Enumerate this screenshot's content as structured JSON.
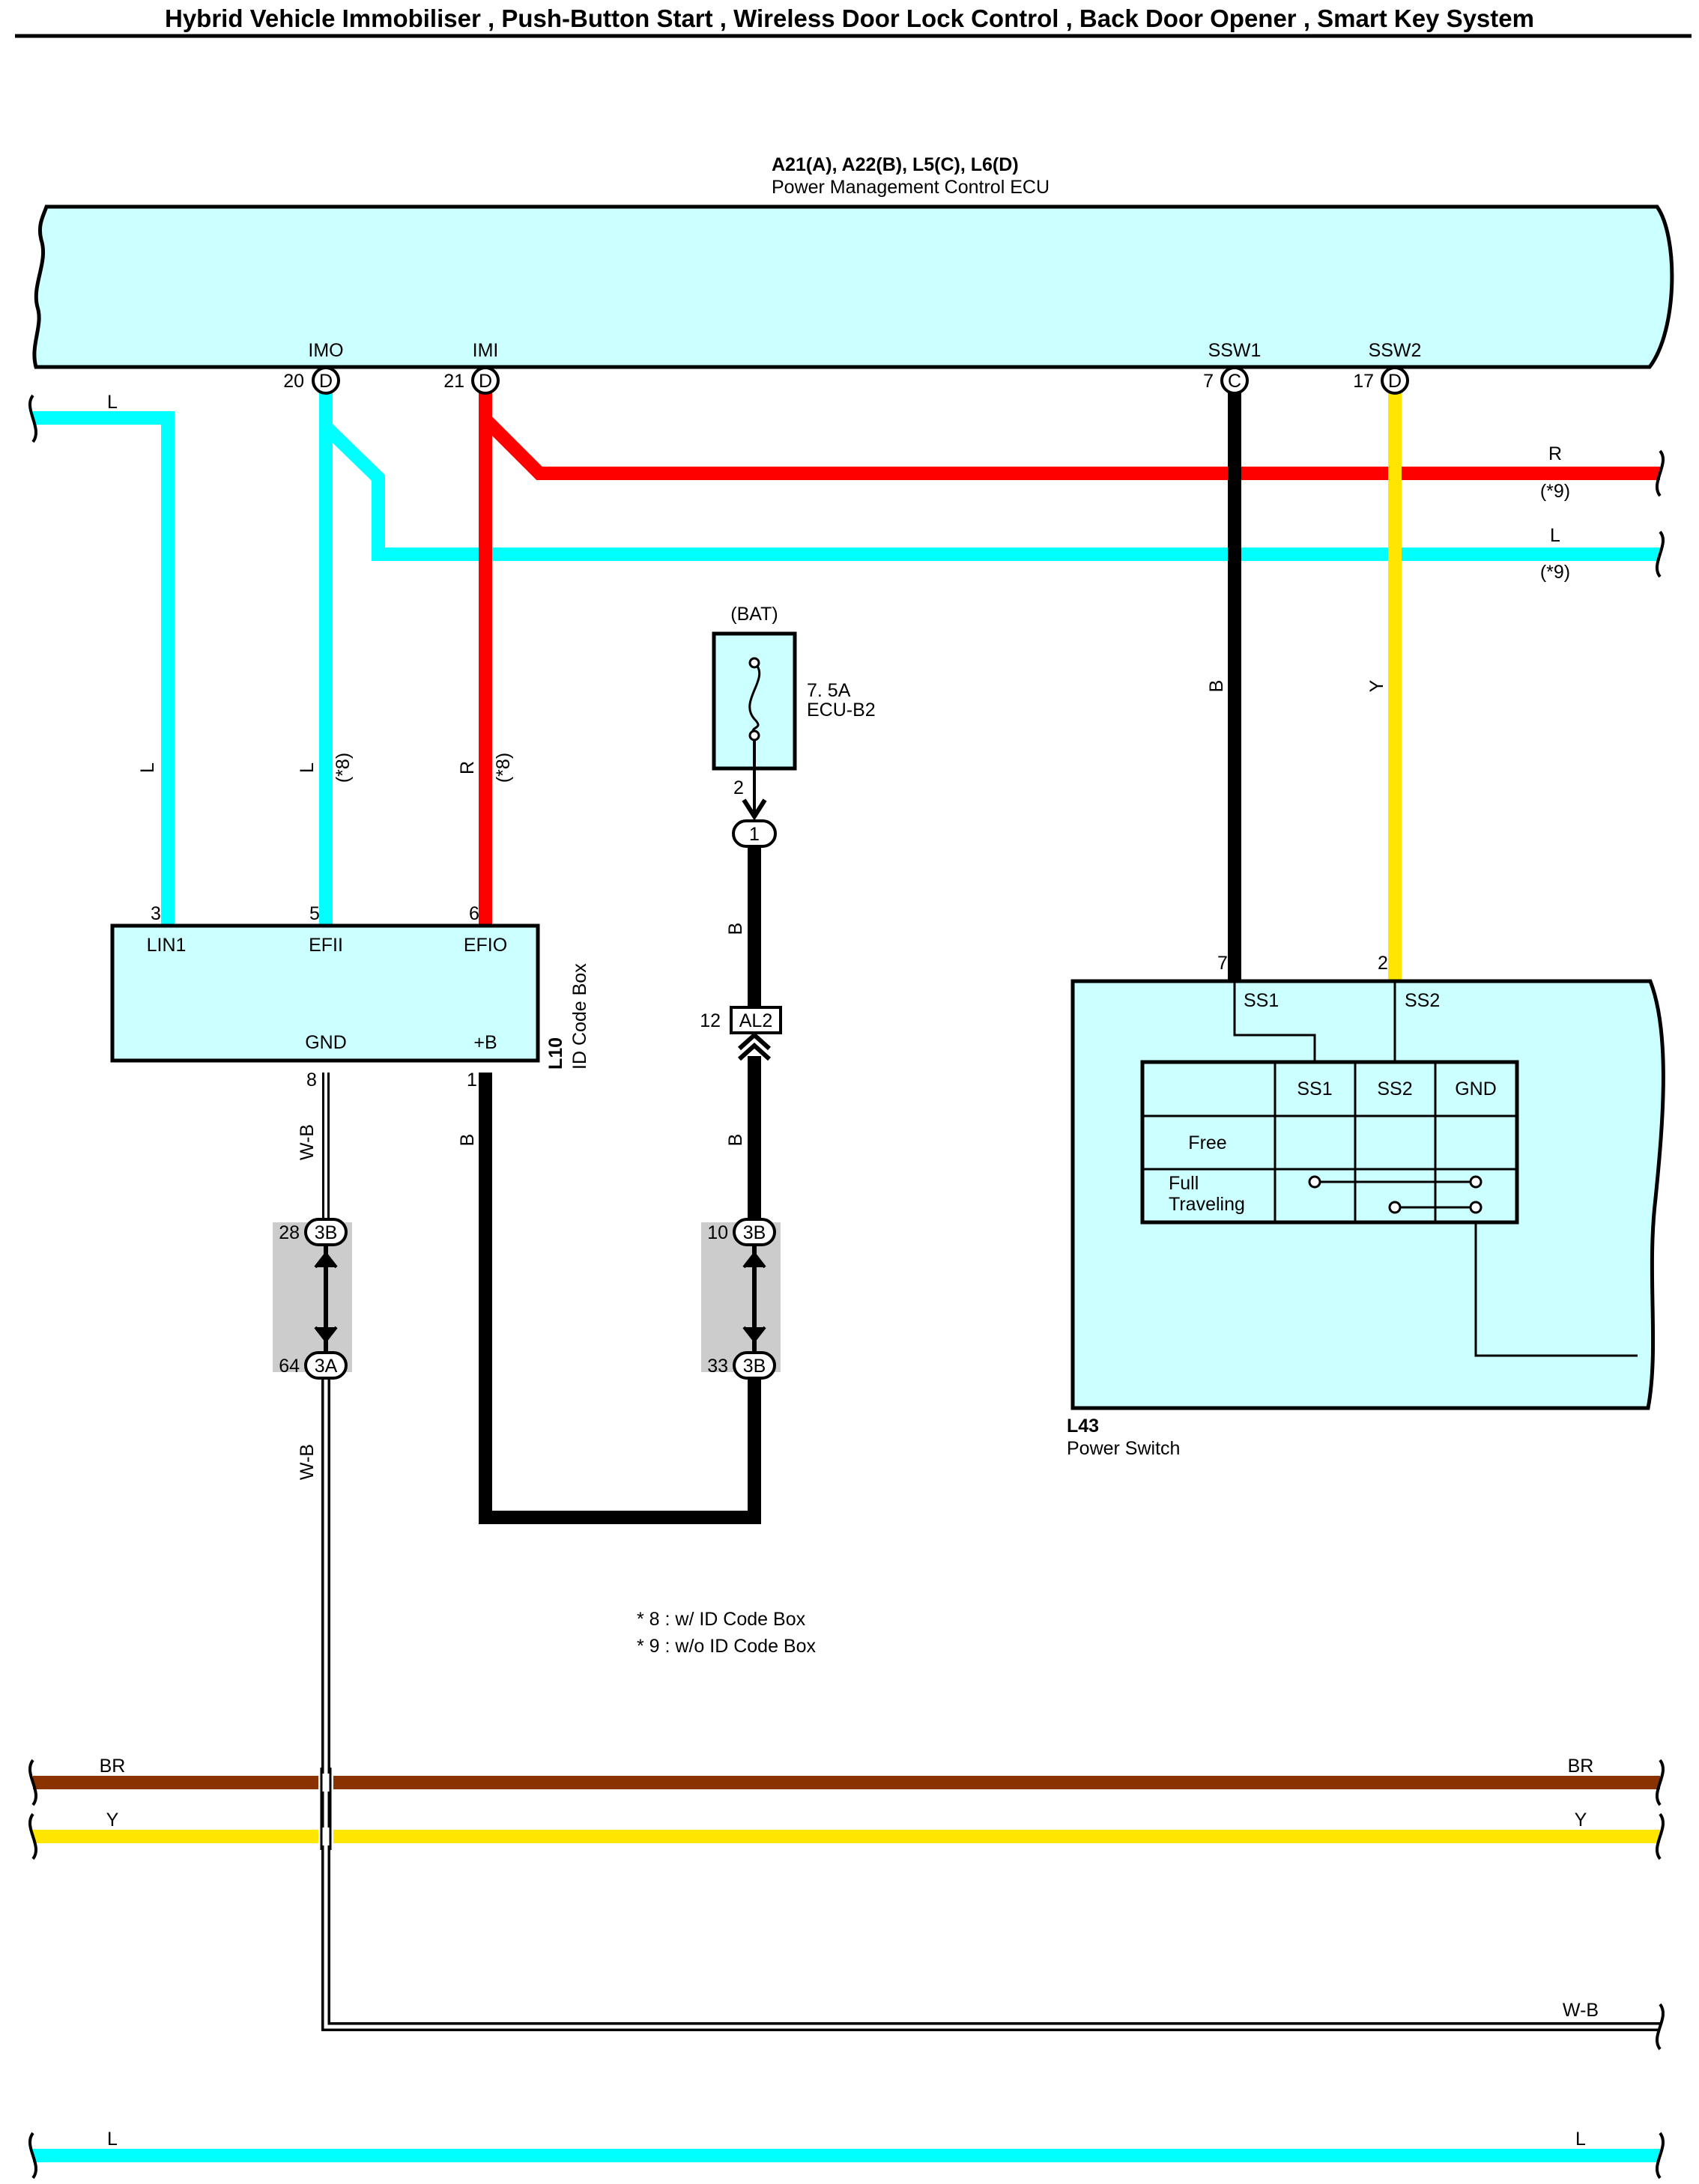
{
  "title": "Hybrid Vehicle Immobiliser , Push-Button Start , Wireless Door Lock Control , Back Door Opener , Smart Key System",
  "colors": {
    "L": "#00FFFF",
    "R": "#FF0000",
    "B": "#000000",
    "Y": "#FFE600",
    "BR": "#8B3300",
    "W-B": "#000000",
    "component_fill": "#CCFFFF",
    "connector_shade": "#CCCCCC"
  },
  "ecu": {
    "code": "A21(A), A22(B), L5(C), L6(D)",
    "name": "Power Management Control ECU",
    "pins": [
      {
        "name": "IMO",
        "num": "20",
        "conn": "D"
      },
      {
        "name": "IMI",
        "num": "21",
        "conn": "D"
      },
      {
        "name": "SSW1",
        "num": "7",
        "conn": "C"
      },
      {
        "name": "SSW2",
        "num": "17",
        "conn": "D"
      }
    ]
  },
  "id_code_box": {
    "code": "L10",
    "name": "ID Code Box",
    "top_pins": [
      {
        "num": "3",
        "name": "LIN1"
      },
      {
        "num": "5",
        "name": "EFII"
      },
      {
        "num": "6",
        "name": "EFIO"
      }
    ],
    "bottom_pins": [
      {
        "num": "8",
        "name": "GND"
      },
      {
        "num": "1",
        "name": "+B"
      }
    ]
  },
  "fuse": {
    "source": "(BAT)",
    "rating": "7. 5A",
    "name": "ECU-B2",
    "pin": "2",
    "junction": "1"
  },
  "connector_al2": {
    "num": "12",
    "name": "AL2"
  },
  "connectors": [
    {
      "top_num": "28",
      "top": "3B",
      "bottom_num": "64",
      "bottom": "3A"
    },
    {
      "top_num": "10",
      "top": "3B",
      "bottom_num": "33",
      "bottom": "3B"
    }
  ],
  "power_switch": {
    "code": "L43",
    "name": "Power Switch",
    "pins": [
      {
        "num": "7",
        "name": "SS1"
      },
      {
        "num": "2",
        "name": "SS2"
      }
    ],
    "table": {
      "headers": [
        "SS1",
        "SS2",
        "GND"
      ],
      "rows": [
        "Free",
        "Full Traveling"
      ]
    }
  },
  "wire_labels": {
    "left_l": "L",
    "l_idbox": "L",
    "efii_l": "L",
    "efii_note": "(*8)",
    "efio_r": "R",
    "efio_note": "(*8)",
    "out_r": "R",
    "out_r_note": "(*9)",
    "out_l": "L",
    "out_l_note": "(*9)",
    "ssw1_b": "B",
    "ssw2_y": "Y",
    "fuse_b": "B",
    "al2_b": "B",
    "plusb_b": "B",
    "gnd_wb": "W-B",
    "gnd_wb2": "W-B",
    "bus_br_left": "BR",
    "bus_br_right": "BR",
    "bus_y_left": "Y",
    "bus_y_right": "Y",
    "bus_wb_right": "W-B",
    "bus_l_left": "L",
    "bus_l_right": "L"
  },
  "notes": [
    "* 8 : w/ ID Code Box",
    "* 9 : w/o ID Code Box"
  ]
}
